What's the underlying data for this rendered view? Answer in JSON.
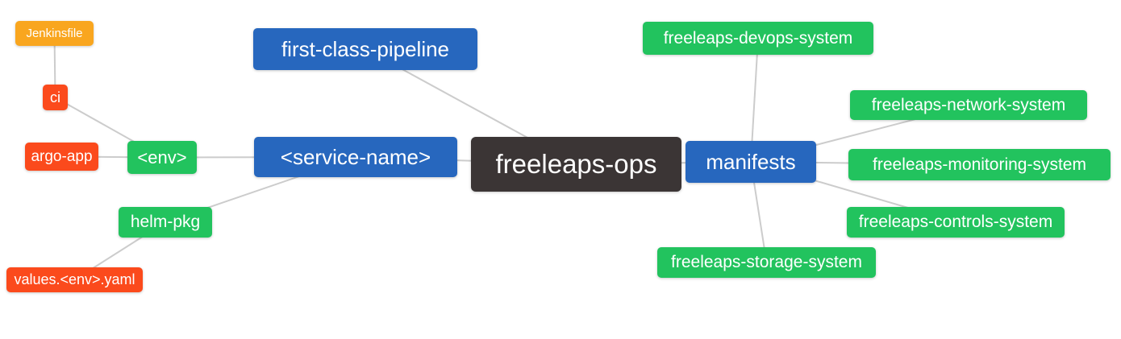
{
  "diagram": {
    "type": "mindmap",
    "background": "#FFFFFF",
    "palette": {
      "root": "#3B3535",
      "branch_blue": "#2767BE",
      "green": "#22C35E",
      "red_orange": "#FB4A1C",
      "amber": "#F9A61F",
      "edge_line": "#CCCCCC",
      "text": "#FFFFFF"
    },
    "nodes": [
      {
        "id": "freeleaps-ops",
        "label": "freeleaps-ops",
        "level": 0,
        "color": "root"
      },
      {
        "id": "first-class-pipeline",
        "label": "first-class-pipeline",
        "level": 1,
        "color": "branch_blue"
      },
      {
        "id": "service-name",
        "label": "<service-name>",
        "level": 1,
        "color": "branch_blue"
      },
      {
        "id": "manifests",
        "label": "manifests",
        "level": 1,
        "color": "branch_blue"
      },
      {
        "id": "env",
        "label": "<env>",
        "level": 2,
        "color": "green"
      },
      {
        "id": "helm-pkg",
        "label": "helm-pkg",
        "level": 2,
        "color": "green"
      },
      {
        "id": "ci",
        "label": "ci",
        "level": 3,
        "color": "red_orange"
      },
      {
        "id": "argo-app",
        "label": "argo-app",
        "level": 3,
        "color": "red_orange"
      },
      {
        "id": "jenkinsfile",
        "label": "Jenkinsfile",
        "level": 4,
        "color": "amber"
      },
      {
        "id": "values-env-yaml",
        "label": "values.<env>.yaml",
        "level": 3,
        "color": "red_orange"
      },
      {
        "id": "freeleaps-devops-system",
        "label": "freeleaps-devops-system",
        "level": 2,
        "color": "green"
      },
      {
        "id": "freeleaps-network-system",
        "label": "freeleaps-network-system",
        "level": 2,
        "color": "green"
      },
      {
        "id": "freeleaps-monitoring-system",
        "label": "freeleaps-monitoring-system",
        "level": 2,
        "color": "green"
      },
      {
        "id": "freeleaps-controls-system",
        "label": "freeleaps-controls-system",
        "level": 2,
        "color": "green"
      },
      {
        "id": "freeleaps-storage-system",
        "label": "freeleaps-storage-system",
        "level": 2,
        "color": "green"
      }
    ],
    "edges": [
      {
        "from": "jenkinsfile",
        "to": "ci"
      },
      {
        "from": "ci",
        "to": "env"
      },
      {
        "from": "argo-app",
        "to": "env"
      },
      {
        "from": "env",
        "to": "service-name"
      },
      {
        "from": "helm-pkg",
        "to": "service-name"
      },
      {
        "from": "values-env-yaml",
        "to": "helm-pkg"
      },
      {
        "from": "first-class-pipeline",
        "to": "freeleaps-ops"
      },
      {
        "from": "service-name",
        "to": "freeleaps-ops"
      },
      {
        "from": "freeleaps-ops",
        "to": "manifests"
      },
      {
        "from": "manifests",
        "to": "freeleaps-devops-system"
      },
      {
        "from": "manifests",
        "to": "freeleaps-network-system"
      },
      {
        "from": "manifests",
        "to": "freeleaps-monitoring-system"
      },
      {
        "from": "manifests",
        "to": "freeleaps-controls-system"
      },
      {
        "from": "manifests",
        "to": "freeleaps-storage-system"
      }
    ]
  }
}
